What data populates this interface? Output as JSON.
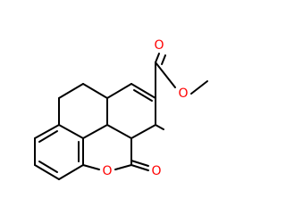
{
  "molecule": {
    "atoms": [
      {
        "id": "ring-oxygen",
        "symbol": "O",
        "color": "#ff0000"
      },
      {
        "id": "carbonyl-oxygen",
        "symbol": "O",
        "color": "#ff0000"
      },
      {
        "id": "ester-carbonyl-oxygen",
        "symbol": "O",
        "color": "#ff0000"
      },
      {
        "id": "ester-oxygen",
        "symbol": "O",
        "color": "#ff0000"
      }
    ],
    "bond_color": "#000000",
    "background": "#ffffff"
  }
}
